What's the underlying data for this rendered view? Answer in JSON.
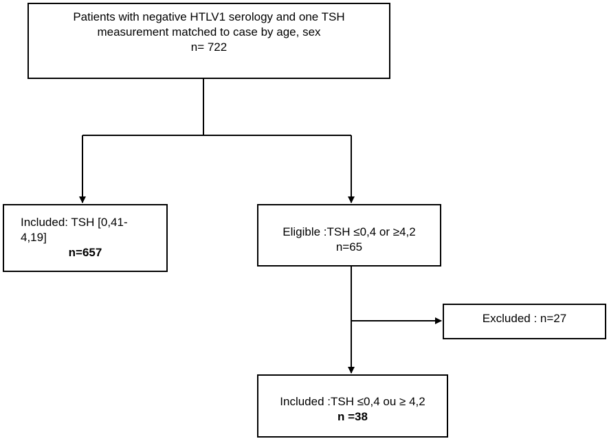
{
  "nodes": {
    "top": {
      "line1": "Patients  with negative HTLV1 serology and one TSH",
      "line2": "measurement matched to case by age, sex",
      "line3": "n= 722"
    },
    "included_left": {
      "line1": "Included:  TSH  [0,41-",
      "line2": "4,19]",
      "line3": "n=657"
    },
    "eligible": {
      "line1": "Eligible  :TSH  ≤0,4 or ≥4,2",
      "line2": "n=65"
    },
    "excluded": {
      "line1": "Excluded : n=27"
    },
    "included_bottom": {
      "line1": "Included :TSH  ≤0,4 ou ≥ 4,2",
      "line2": "n =38"
    }
  }
}
